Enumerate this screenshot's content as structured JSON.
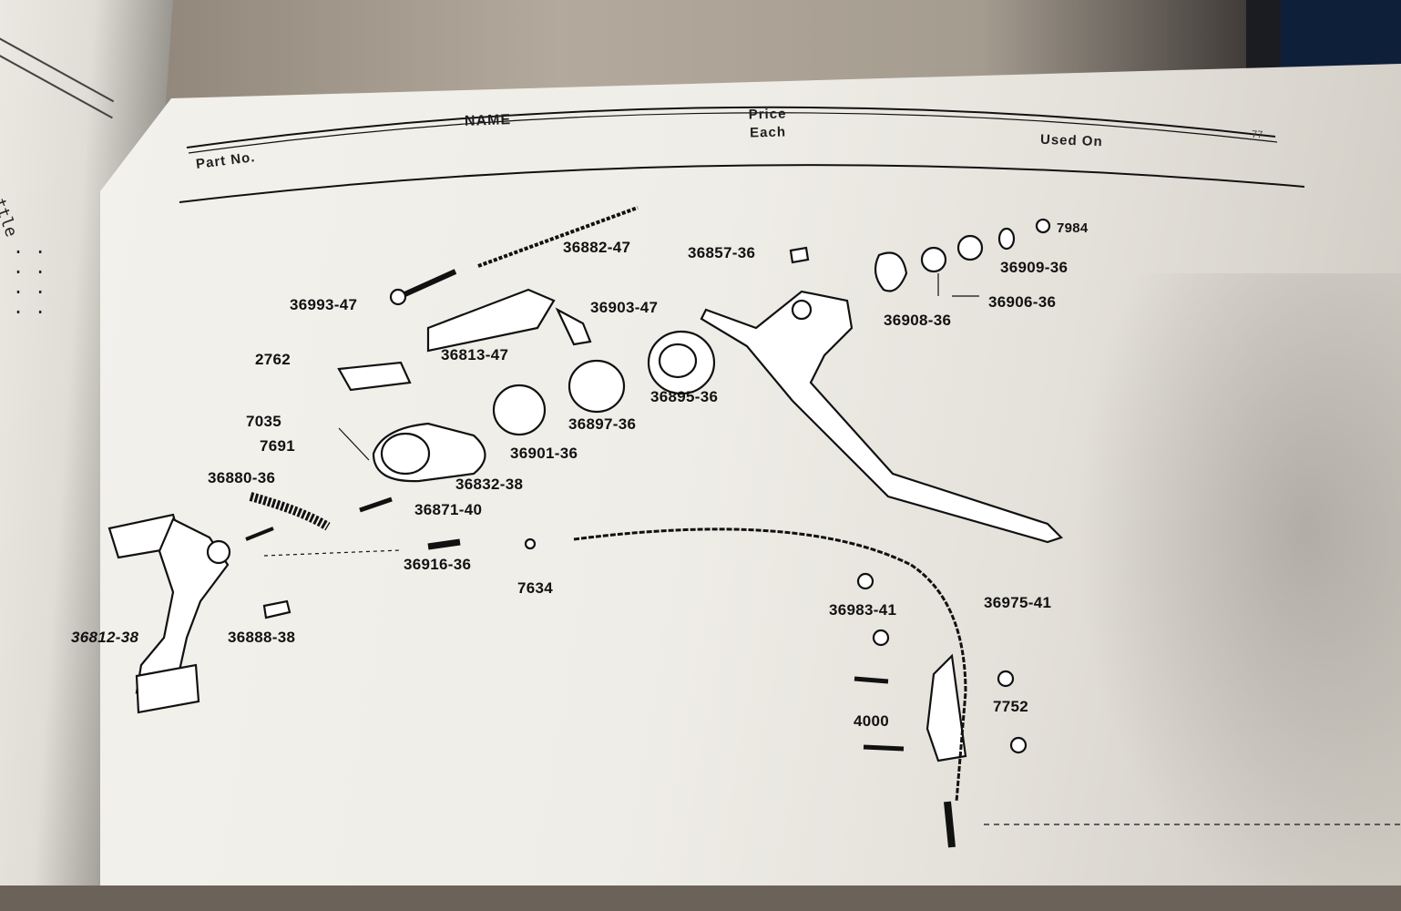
{
  "left_page": {
    "snippet": "ttle",
    "dots": ". .\n. .\n. .\n. ."
  },
  "header": {
    "name": "NAME",
    "price_line1": "Price",
    "price_line2": "Each",
    "used_on": "Used On",
    "part_no": "Part No.",
    "page_number": "77"
  },
  "parts": [
    "36882-47",
    "36857-36",
    "7984",
    "36909-36",
    "36906-36",
    "36993-47",
    "36903-47",
    "36908-36",
    "2762",
    "36813-47",
    "36895-36",
    "7035",
    "36897-36",
    "7691",
    "36901-36",
    "36832-38",
    "36880-36",
    "36871-40",
    "36916-36",
    "7634",
    "36975-41",
    "36983-41",
    "36812-38",
    "36888-38",
    "4000",
    "7752"
  ]
}
